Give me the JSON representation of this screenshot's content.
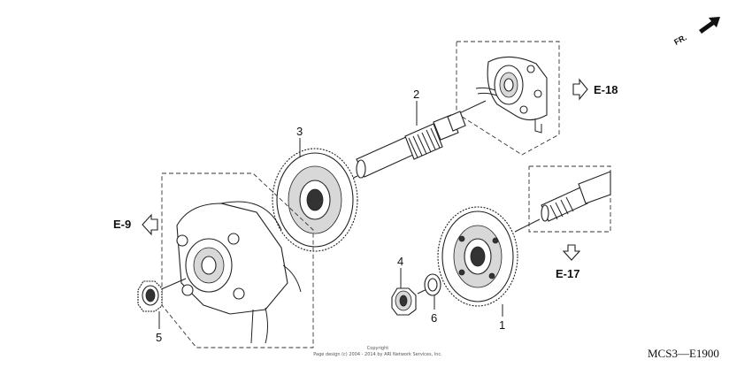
{
  "callouts": {
    "c1": "1",
    "c2": "2",
    "c3": "3",
    "c4": "4",
    "c5": "5",
    "c6": "6"
  },
  "refs": {
    "e18": "E-18",
    "e9": "E-9",
    "e17": "E-17"
  },
  "direction": {
    "label": "FR."
  },
  "diagram_code": "MCS3—E1900",
  "copyright": {
    "line1": "Copyright",
    "line2": "Page design (c) 2004 - 2014 by ARI Network Services, Inc."
  }
}
